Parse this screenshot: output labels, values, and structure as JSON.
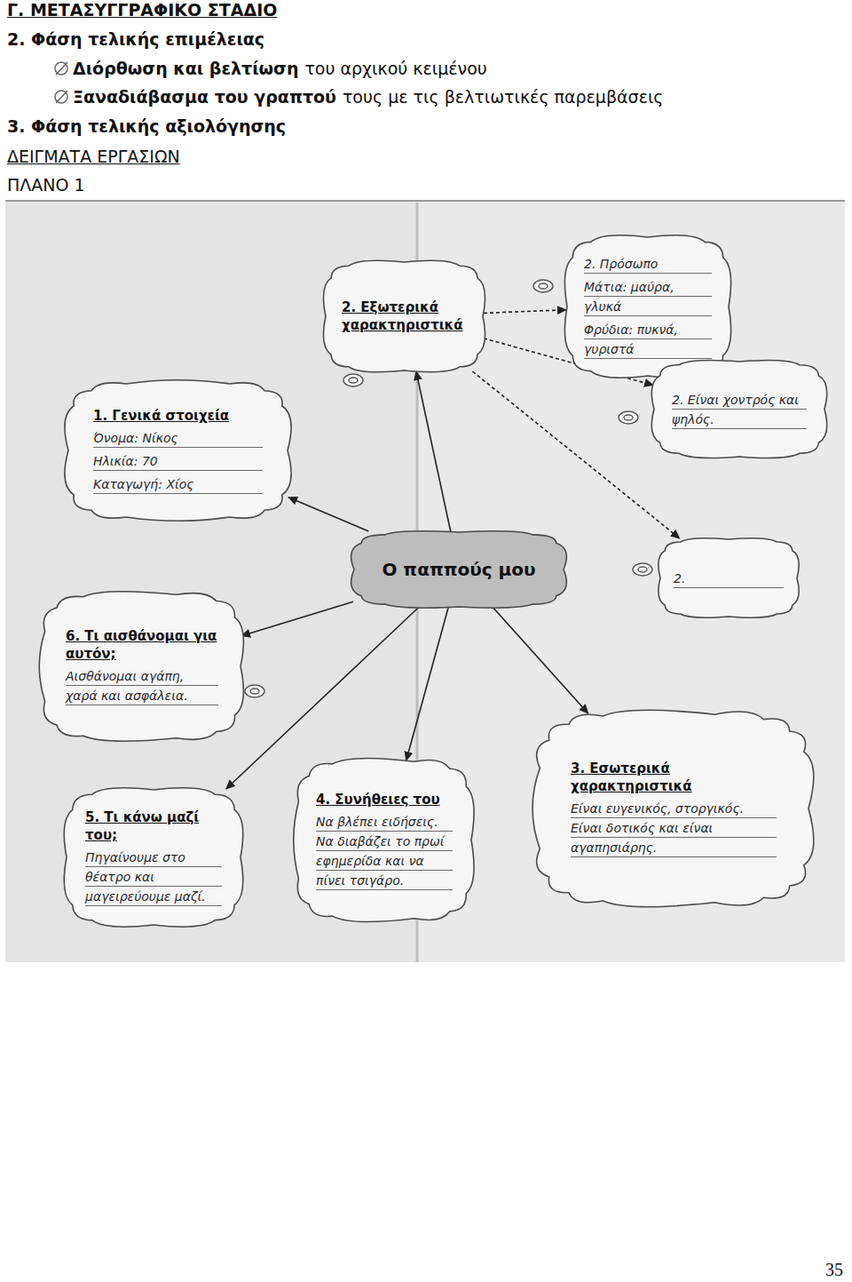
{
  "diagram": {
    "nodes": [
      {
        "text": [
          "2. Πρόσωπο",
          "Μάτια: μαύρα, γλυκά",
          "Φρύδια: πυκνά, γυριστά"
        ]
      },
      {
        "text": [
          "2. Εξωτερικά χαρακτηριστικά"
        ]
      },
      {
        "text": [
          "2. Είναι χοντρός και ψηλός."
        ]
      },
      {
        "text": [
          "1. Γενικά στοιχεία",
          "Όνομα: Νίκος",
          "Ηλικία: 70",
          "Καταγωγή: Χίος"
        ]
      },
      {
        "text": [
          "2."
        ]
      },
      {
        "text": [
          "Ο παππούς μου"
        ]
      },
      {
        "text": [
          "6. Τι αισθάνομαι για αυτόν;",
          "Αισθάνομαι αγάπη, χαρά και ασφάλεια."
        ]
      },
      {
        "text": [
          "3. Εσωτερικά χαρακτηριστικά",
          "Είναι ευγενικός, στοργικός. Είναι δοτικός και είναι αγαπησιάρης."
        ]
      },
      {
        "text": [
          "4. Συνήθειες του",
          "Να βλέπει ειδήσεις. Να διαβάζει το πρωί εφημερίδα και να πίνει τσιγάρο."
        ]
      },
      {
        "text": [
          "5. Τι κάνω μαζί του;",
          "Πηγαίνουμε στο θέατρο και μαγειρεύουμε μαζί."
        ]
      }
    ],
    "edges": [
      {
        "from": 5,
        "to": 3,
        "arrow": "to"
      },
      {
        "from": 5,
        "to": 1,
        "arrow": "to"
      },
      {
        "from": 5,
        "to": 6,
        "arrow": "to"
      },
      {
        "from": 5,
        "to": 9,
        "arrow": "to"
      },
      {
        "from": 5,
        "to": 8,
        "arrow": "to"
      },
      {
        "from": 5,
        "to": 7,
        "arrow": "to"
      },
      {
        "from": 1,
        "to": 0,
        "arrow": "to"
      },
      {
        "from": 1,
        "to": 2,
        "arrow": "to"
      },
      {
        "from": 1,
        "to": 4,
        "arrow": "to"
      }
    ],
    "labels": [
      "Γ. ΜΕΤΑΣΥΓΓΡΑΦΙΚΟ ΣΤΑΔΙΟ",
      "2. Φάση τελικής επιμέλειας",
      "Διόρθωση και βελτίωση",
      "του αρχικού κειμένου",
      "Ξαναδιάβασμα του γραπτού",
      "τους με τις βελτιωτικές παρεμβάσεις",
      "3. Φάση τελικής αξιολόγησης",
      "ΔΕΙΓΜΑΤΑ ΕΡΓΑΣΙΩΝ",
      "ΠΛΑΝΟ 1",
      "35"
    ]
  }
}
